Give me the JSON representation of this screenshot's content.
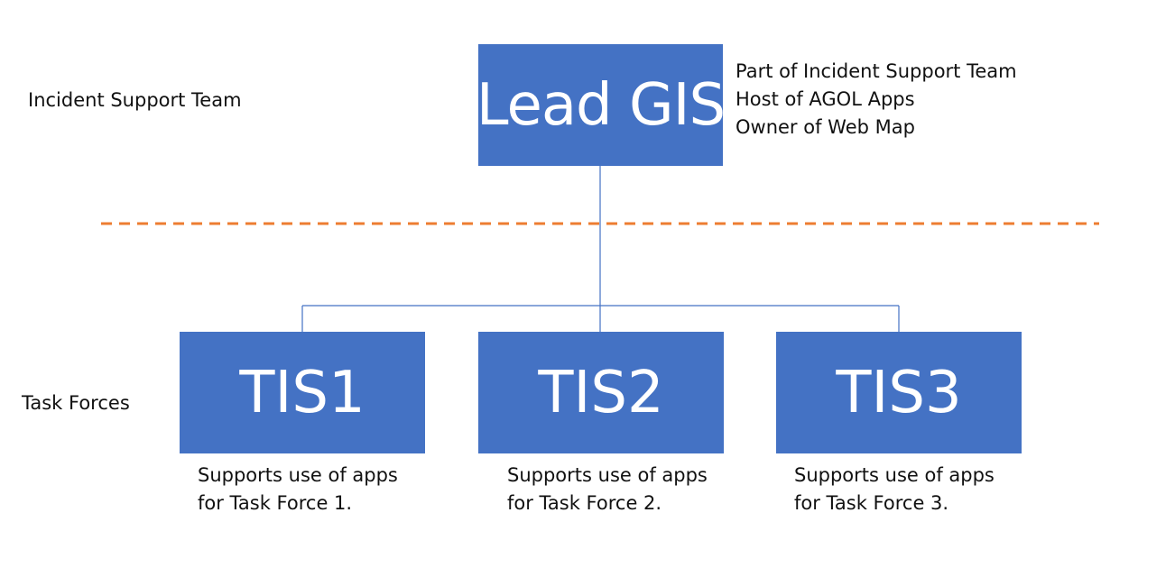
{
  "colors": {
    "box_fill": "#4472C4",
    "connector": "#4472C4",
    "divider": "#ED7D31"
  },
  "left_labels": {
    "top": "Incident Support Team",
    "bottom": "Task Forces"
  },
  "lead": {
    "title": "Lead GIS",
    "notes": [
      "Part of Incident Support Team",
      "Host of AGOL Apps",
      "Owner of Web Map"
    ]
  },
  "tis": [
    {
      "title": "TIS1",
      "note_line1": "Supports use of apps",
      "note_line2": "for Task Force 1."
    },
    {
      "title": "TIS2",
      "note_line1": "Supports use of apps",
      "note_line2": "for Task Force 2."
    },
    {
      "title": "TIS3",
      "note_line1": "Supports use of apps",
      "note_line2": "for Task Force 3."
    }
  ]
}
